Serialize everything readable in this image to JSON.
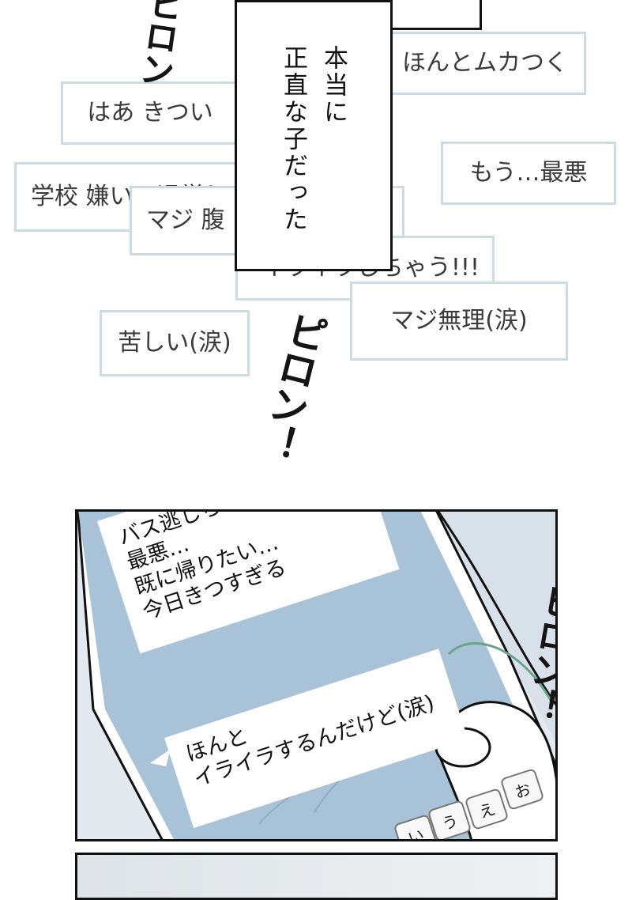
{
  "notes": [
    {
      "key": "harassment",
      "text": "ほんとムカつく"
    },
    {
      "key": "tired",
      "text": "はあ きつい"
    },
    {
      "key": "worst",
      "text": "もう…最悪"
    },
    {
      "key": "school",
      "text": "学校 嫌い！退学し"
    },
    {
      "key": "angry",
      "text": "マジ 腹"
    },
    {
      "key": "irritated",
      "text": "イライラしちゃう!!!"
    },
    {
      "key": "impossible",
      "text": "マジ無理(涙)"
    },
    {
      "key": "painful",
      "text": "苦しい(涙)"
    }
  ],
  "narration": {
    "line1": "本当に",
    "line2": "正直な子だった"
  },
  "sfx": {
    "top": "ピロン",
    "middle": "ピロン！",
    "panel": "ピロン！"
  },
  "phone": {
    "bubble1_lines": [
      "バス逃しちゃった(涙",
      "最悪…",
      "既に帰りたい…",
      "今日きつすぎる"
    ],
    "bubble2_lines": [
      "ほんと",
      "イライラするんだけど(涙)"
    ],
    "keys": [
      "お",
      "う",
      "え",
      "い"
    ]
  },
  "colors": {
    "note_border": "#cddbe3",
    "phone_screen": "#a8c2d8",
    "ink": "#111111"
  }
}
